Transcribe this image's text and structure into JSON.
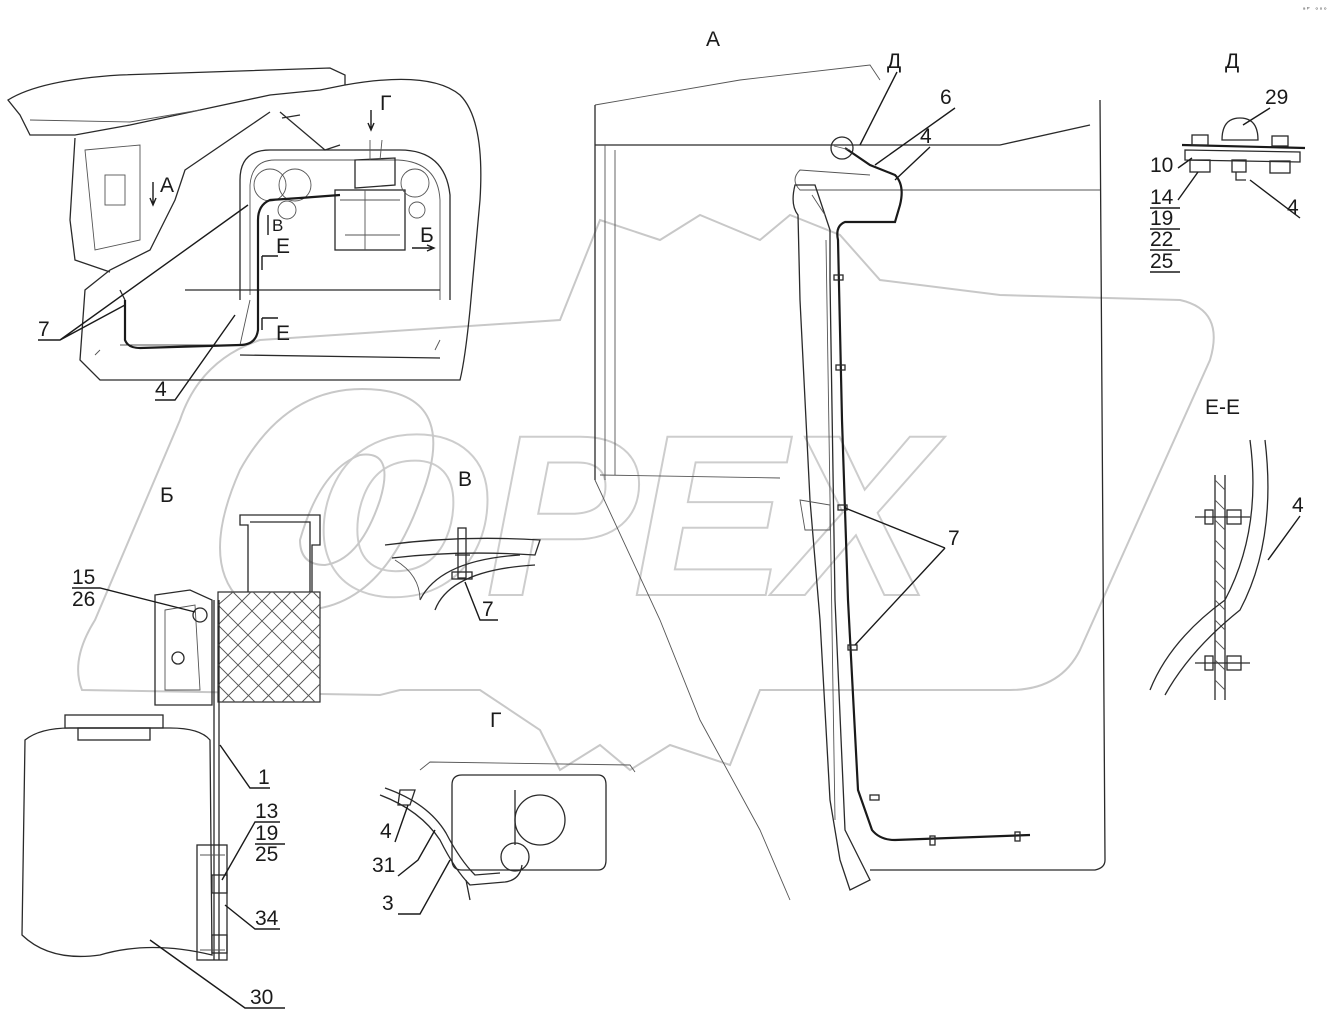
{
  "watermark": {
    "text": "OPEX"
  },
  "corner_mark": "ᵃᴾ ᵒᵒᵒ",
  "views": {
    "A": "А",
    "B": "Б",
    "V": "В",
    "G": "Г",
    "D": "Д",
    "EE": "Е-Е"
  },
  "overview_marks": {
    "A": "А",
    "G": "Г",
    "B": "Б",
    "V": "В",
    "E1": "Е",
    "E2": "Е"
  },
  "callouts": {
    "c1": "1",
    "c3": "3",
    "c4": "4",
    "c6": "6",
    "c7": "7",
    "c10": "10",
    "c13": "13",
    "c14": "14",
    "c15": "15",
    "c19": "19",
    "c22": "22",
    "c25": "25",
    "c26": "26",
    "c29": "29",
    "c30": "30",
    "c31": "31",
    "c34": "34"
  }
}
